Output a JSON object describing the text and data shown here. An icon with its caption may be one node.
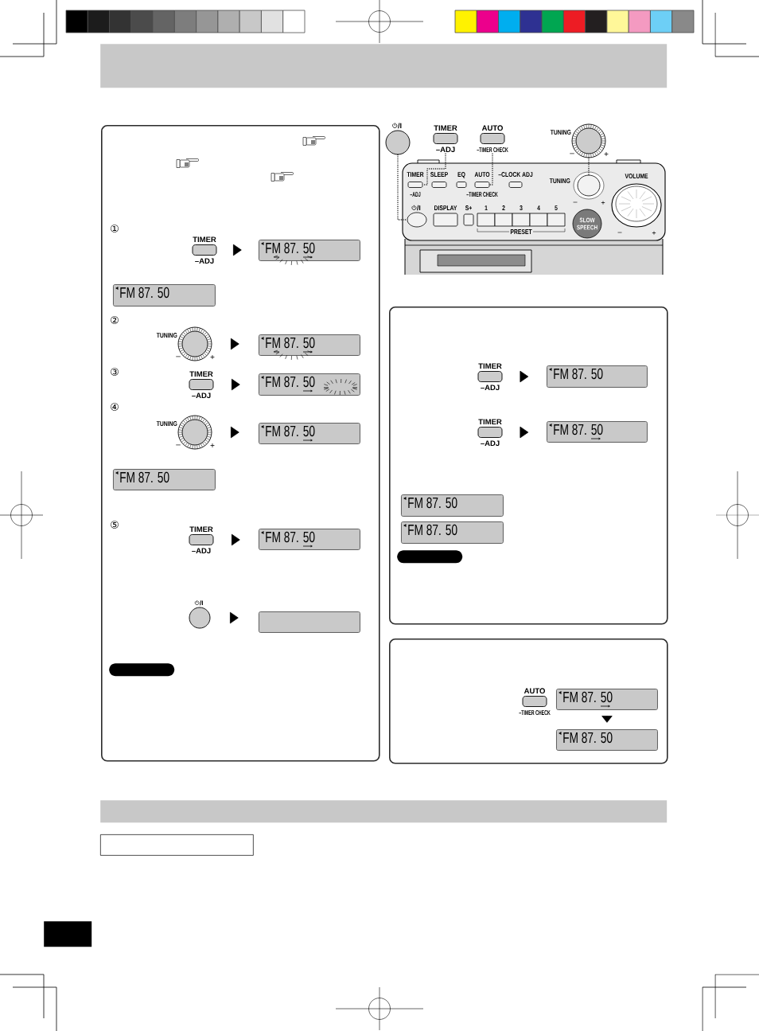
{
  "diagram": {
    "nodes": [
      {
        "text": [],
        "shape": "bar"
      },
      {
        "text": [],
        "shape": "box"
      },
      {
        "text": [
          "TIMER",
          "–ADJ"
        ],
        "in": 1
      },
      {
        "text": [
          "FM 87. 50"
        ],
        "in": 1
      },
      {
        "text": [
          "FM 87. 50"
        ],
        "in": 1
      },
      {
        "text": [
          "TUNING",
          "–",
          "+"
        ],
        "in": 1
      },
      {
        "text": [
          "FM 87. 50"
        ],
        "in": 1
      },
      {
        "text": [
          "TIMER",
          "–ADJ"
        ],
        "in": 1
      },
      {
        "text": [
          "FM 87. 50"
        ],
        "in": 1
      },
      {
        "text": [
          "TUNING",
          "–",
          "+"
        ],
        "in": 1
      },
      {
        "text": [
          "FM 87. 50"
        ],
        "in": 1
      },
      {
        "text": [
          "FM 87. 50"
        ],
        "in": 1
      },
      {
        "text": [
          "TIMER",
          "–ADJ"
        ],
        "in": 1
      },
      {
        "text": [
          "FM 87. 50"
        ],
        "in": 1
      },
      {
        "text": [
          "/I"
        ],
        "in": 1
      },
      {
        "text": [],
        "shape": "box",
        "in": 1
      },
      {
        "text": [],
        "shape": "box",
        "in": 1
      },
      {
        "text": [
          "/I"
        ]
      },
      {
        "text": [
          "TIMER",
          "–ADJ"
        ]
      },
      {
        "text": [
          "AUTO",
          "–TIMER CHECK"
        ]
      },
      {
        "text": [
          "TUNING",
          "–",
          "+"
        ]
      },
      {
        "text": [],
        "shape": "box",
        "beside": [
          "TIMER",
          "–ADJ"
        ]
      },
      {
        "text": [],
        "shape": "box",
        "beside": [
          "AUTO",
          "–TIMER CHECK"
        ]
      },
      {
        "text": [],
        "shape": "circle",
        "beside": [
          "TUNING",
          "–",
          "+"
        ]
      },
      {
        "text": [],
        "shape": "circle",
        "beside": [
          "/I"
        ]
      },
      {
        "text": [
          "SLOW SPEECH"
        ]
      },
      {
        "text": [],
        "shape": "box"
      },
      {
        "text": [
          "TIMER",
          "–ADJ"
        ],
        "in": 26
      },
      {
        "text": [
          "FM 87. 50"
        ],
        "in": 26
      },
      {
        "text": [
          "TIMER",
          "–ADJ"
        ],
        "in": 26
      },
      {
        "text": [
          "FM 87. 50"
        ],
        "in": 26
      },
      {
        "text": [
          "FM 87. 50"
        ],
        "in": 26
      },
      {
        "text": [
          "FM 87. 50"
        ],
        "in": 26
      },
      {
        "text": [],
        "shape": "box",
        "in": 26
      },
      {
        "text": [],
        "shape": "box"
      },
      {
        "text": [
          "AUTO",
          "–TIMER CHECK"
        ],
        "in": 34
      },
      {
        "text": [
          "FM 87. 50"
        ],
        "in": 34
      },
      {
        "text": [
          "FM 87. 50"
        ],
        "in": 34
      },
      {
        "text": [],
        "shape": "bar"
      },
      {
        "text": [],
        "shape": "box"
      },
      {
        "text": [],
        "shape": "box"
      }
    ],
    "edges": [
      {
        "from": 2,
        "to": 3,
        "arrow": "to"
      },
      {
        "from": 5,
        "to": 6,
        "arrow": "to"
      },
      {
        "from": 7,
        "to": 8,
        "arrow": "to"
      },
      {
        "from": 9,
        "to": 10,
        "arrow": "to"
      },
      {
        "from": 12,
        "to": 13,
        "arrow": "to"
      },
      {
        "from": 14,
        "to": 15,
        "arrow": "to"
      },
      {
        "from": 17,
        "to": 24,
        "arrow": "none",
        "style": "dashed"
      },
      {
        "from": 18,
        "to": 21,
        "arrow": "none",
        "style": "dashed"
      },
      {
        "from": 19,
        "to": 22,
        "arrow": "none",
        "style": "dashed"
      },
      {
        "from": 20,
        "to": 23,
        "arrow": "none",
        "style": "dashed"
      },
      {
        "from": 27,
        "to": 28,
        "arrow": "to"
      },
      {
        "from": 29,
        "to": 30,
        "arrow": "to"
      },
      {
        "from": 36,
        "to": 37,
        "arrow": "to"
      }
    ],
    "labels": [
      "①",
      "②",
      "③",
      "④",
      "⑤",
      "SLEEP",
      "EQ",
      "–CLOCK ADJ",
      "VOLUME",
      "DISPLAY",
      "S+",
      "1",
      "2",
      "3",
      "4",
      "5",
      "PRESET",
      "–",
      "+"
    ]
  }
}
